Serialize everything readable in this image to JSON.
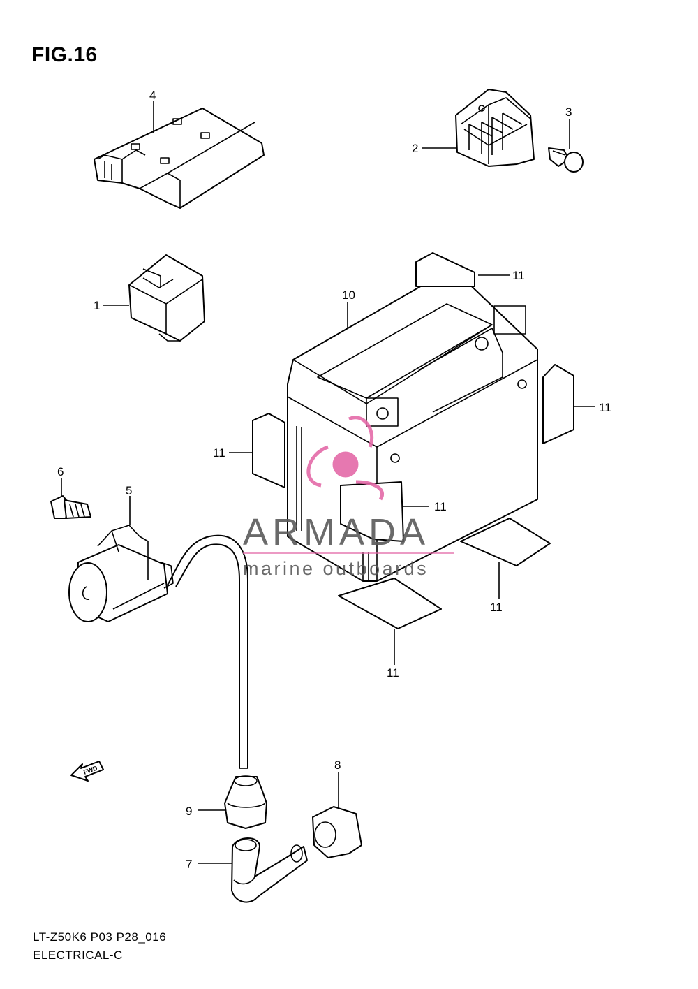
{
  "figure": {
    "title": "FIG.16"
  },
  "footer": {
    "code": "LT-Z50K6 P03 P28_016",
    "section": "ELECTRICAL-C"
  },
  "callouts": {
    "c1": "1",
    "c2": "2",
    "c3": "3",
    "c4": "4",
    "c5": "5",
    "c6": "6",
    "c7": "7",
    "c8": "8",
    "c9": "9",
    "c10": "10",
    "c11a": "11",
    "c11b": "11",
    "c11c": "11",
    "c11d": "11",
    "c11e": "11",
    "c11f": "11"
  },
  "fwd_arrow": {
    "label": "FWD"
  },
  "watermark": {
    "brand": "ARMADA",
    "tagline": "marine outboards",
    "accent_color": "#e46aa8",
    "text_color": "#5a5a5a"
  }
}
